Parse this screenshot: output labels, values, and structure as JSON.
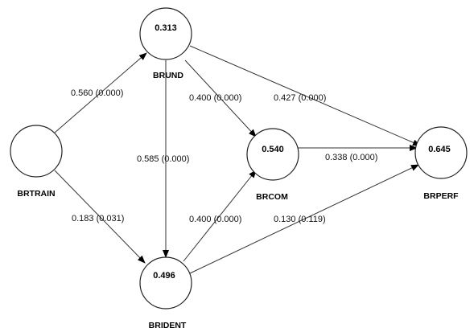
{
  "nodes": {
    "brtrain": {
      "label": "BRTRAIN",
      "value": ""
    },
    "brund": {
      "label": "BRUND",
      "value": "0.313"
    },
    "brident": {
      "label": "BRIDENT",
      "value": "0.496"
    },
    "brcom": {
      "label": "BRCOM",
      "value": "0.540"
    },
    "brperf": {
      "label": "BRPERF",
      "value": "0.645"
    }
  },
  "edges": {
    "brtrain_brund": {
      "from": "BRTRAIN",
      "to": "BRUND",
      "label": "0.560 (0.000)"
    },
    "brtrain_brident": {
      "from": "BRTRAIN",
      "to": "BRIDENT",
      "label": "0.183 (0.031)"
    },
    "brund_brident": {
      "from": "BRUND",
      "to": "BRIDENT",
      "label": "0.585 (0.000)"
    },
    "brund_brcom": {
      "from": "BRUND",
      "to": "BRCOM",
      "label": "0.400 (0.000)"
    },
    "brund_brperf": {
      "from": "BRUND",
      "to": "BRPERF",
      "label": "0.427 (0.000)"
    },
    "brident_brcom": {
      "from": "BRIDENT",
      "to": "BRCOM",
      "label": "0.400 (0.000)"
    },
    "brident_brperf": {
      "from": "BRIDENT",
      "to": "BRPERF",
      "label": "0.130 (0.119)"
    },
    "brcom_brperf": {
      "from": "BRCOM",
      "to": "BRPERF",
      "label": "0.338 (0.000)"
    }
  }
}
